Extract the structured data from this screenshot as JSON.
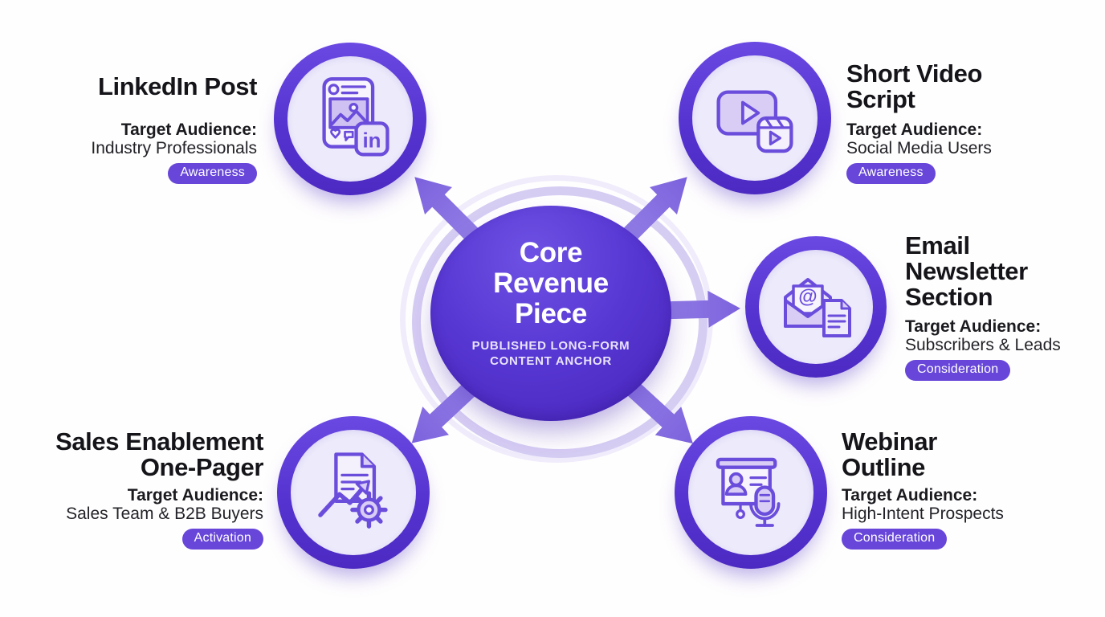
{
  "diagram": {
    "center": {
      "title": "Core Revenue Piece",
      "subtitle": "PUBLISHED LONG-FORM CONTENT ANCHOR"
    },
    "audience_label": "Target Audience:",
    "nodes": [
      {
        "title": "LinkedIn Post",
        "audience": "Industry Professionals",
        "stage": "Awareness",
        "icon": "linkedin-post-icon"
      },
      {
        "title": "Short Video Script",
        "audience": "Social Media Users",
        "stage": "Awareness",
        "icon": "short-video-icon"
      },
      {
        "title": "Email Newsletter Section",
        "audience": "Subscribers & Leads",
        "stage": "Consideration",
        "icon": "email-newsletter-icon"
      },
      {
        "title": "Sales Enablement One-Pager",
        "audience": "Sales Team & B2B Buyers",
        "stage": "Activation",
        "icon": "sales-one-pager-icon"
      },
      {
        "title": "Webinar Outline",
        "audience": "High-Intent Prospects",
        "stage": "Consideration",
        "icon": "webinar-icon"
      }
    ],
    "colors": {
      "primary": "#5533d0",
      "ring_light": "#d6cdf3",
      "disc_fill": "#edeafb",
      "icon_stroke": "#6b4ddc",
      "icon_fill": "#d9cdf6",
      "badge": "#6746d9",
      "arrow": "#8673e3",
      "text": "#151419"
    }
  }
}
